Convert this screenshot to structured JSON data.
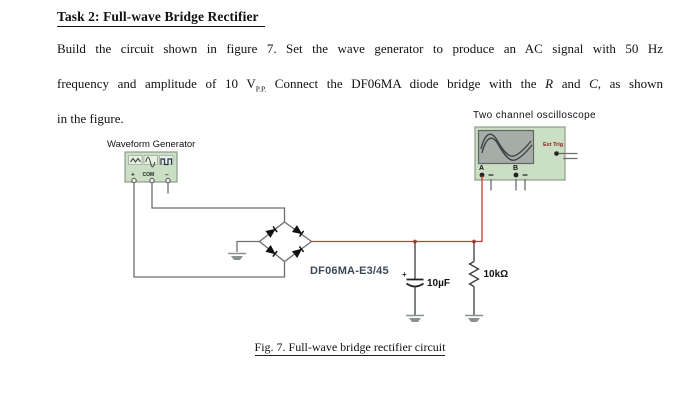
{
  "document": {
    "title": "Task 2: Full-wave Bridge Rectifier",
    "body": {
      "line1": "Build the circuit shown in figure 7. Set the wave generator to produce an AC signal with 50 Hz",
      "line2_pre": "frequency and amplitude of 10 V",
      "line2_sub": "P.P.",
      "line2_mid": " Connect the DF06MA diode bridge with the ",
      "line2_r": "R",
      "line2_and": " and ",
      "line2_c": "C",
      "line2_post": ", as shown",
      "line3": "in the figure."
    },
    "caption": "Fig. 7. Full-wave bridge rectifier circuit"
  },
  "diagram": {
    "waveform_generator": {
      "label": "Waveform Generator",
      "buttons": [
        "triangle-wave",
        "sine-wave",
        "square-wave"
      ],
      "terminal_plus": "+",
      "terminal_com": "COM",
      "terminal_minus": "–"
    },
    "oscilloscope": {
      "label": "Two channel oscilloscope",
      "ext_trig": "Ext Trig",
      "channel_a": "A",
      "channel_b": "B"
    },
    "components": {
      "bridge": "DF06MA-E3/45",
      "capacitor": "10µF",
      "capacitor_polarity": "+",
      "resistor": "10kΩ"
    },
    "colors": {
      "instrument_fill": "#cbdfc4",
      "instrument_border": "#8d9c8b",
      "screen_fill": "#a6aca8",
      "wire_gray": "#6e6e6e",
      "wire_red": "#d63434",
      "ext_trig_text": "#8e1b1b",
      "bridge_label_text": "#3c4a57"
    }
  }
}
